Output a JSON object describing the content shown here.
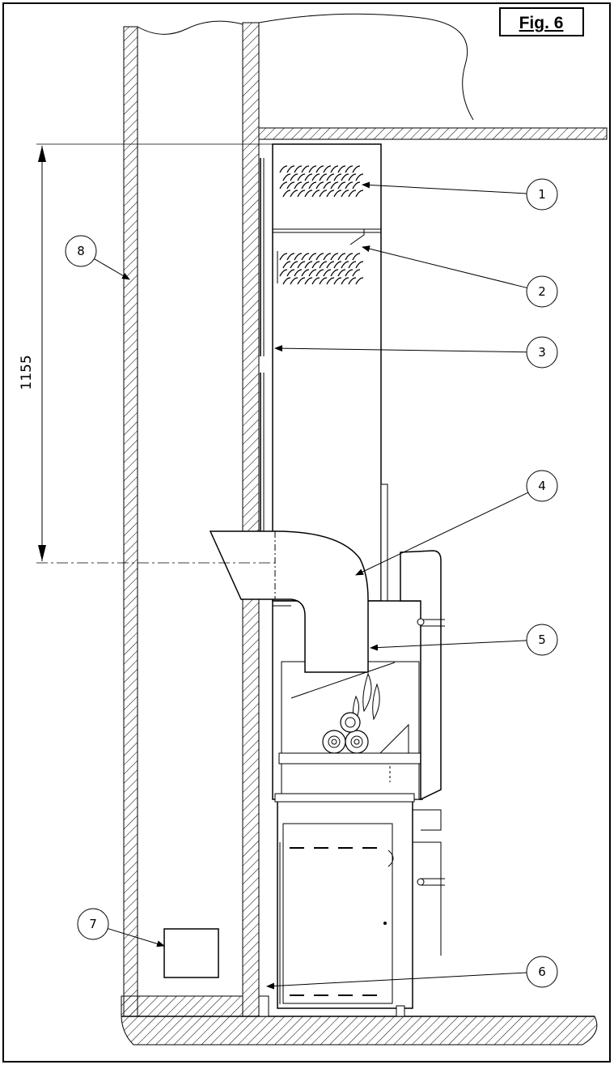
{
  "figure": {
    "title": "Fig. 6"
  },
  "dimension": {
    "value": "1155"
  },
  "callouts": [
    {
      "id": 1,
      "label": "1"
    },
    {
      "id": 2,
      "label": "2"
    },
    {
      "id": 3,
      "label": "3"
    },
    {
      "id": 4,
      "label": "4"
    },
    {
      "id": 5,
      "label": "5"
    },
    {
      "id": 6,
      "label": "6"
    },
    {
      "id": 7,
      "label": "7"
    },
    {
      "id": 8,
      "label": "8"
    }
  ],
  "colors": {
    "line": "#000000",
    "background": "#ffffff"
  }
}
